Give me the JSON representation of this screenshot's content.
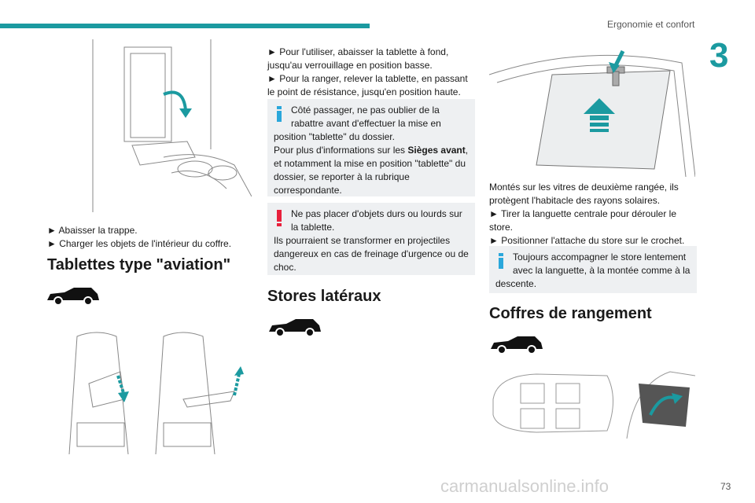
{
  "header": {
    "section": "Ergonomie et confort",
    "chapter": "3",
    "page_number": "73"
  },
  "col1": {
    "bullets": [
      "► Abaisser la trappe.",
      "► Charger les objets de l'intérieur du coffre."
    ],
    "heading": "Tablettes type \"aviation\""
  },
  "col2": {
    "bullets": [
      "► Pour l'utiliser, abaisser la tablette à fond, jusqu'au verrouillage en position basse.",
      "► Pour la ranger, relever la tablette, en passant le point de résistance, jusqu'en position haute."
    ],
    "info_note": {
      "text1": "Côté passager, ne pas oublier de la rabattre avant d'effectuer la mise en position \"tablette\" du dossier.",
      "text2_pre": "Pour plus d'informations sur les ",
      "text2_bold": "Sièges avant",
      "text2_post": ", et notamment la mise en position \"tablette\" du dossier, se reporter à la rubrique correspondante."
    },
    "warning_note": {
      "text1": "Ne pas placer d'objets durs ou lourds sur la tablette.",
      "text2": "Ils pourraient se transformer en projectiles dangereux en cas de freinage d'urgence ou de choc."
    },
    "heading": "Stores latéraux"
  },
  "col3": {
    "intro": "Montés sur les vitres de deuxième rangée, ils protègent l'habitacle des rayons solaires.",
    "bullets": [
      "► Tirer la languette centrale pour dérouler le store.",
      "► Positionner l'attache du store sur le crochet."
    ],
    "info_note": "Toujours accompagner le store lentement avec la languette, à la montée comme à la descente.",
    "heading": "Coffres de rangement"
  },
  "watermark": "carmanualsonline.info",
  "colors": {
    "accent": "#1b9aa0",
    "info": "#2aa7db",
    "warning": "#e8203c",
    "note_bg": "#eef0f2"
  }
}
